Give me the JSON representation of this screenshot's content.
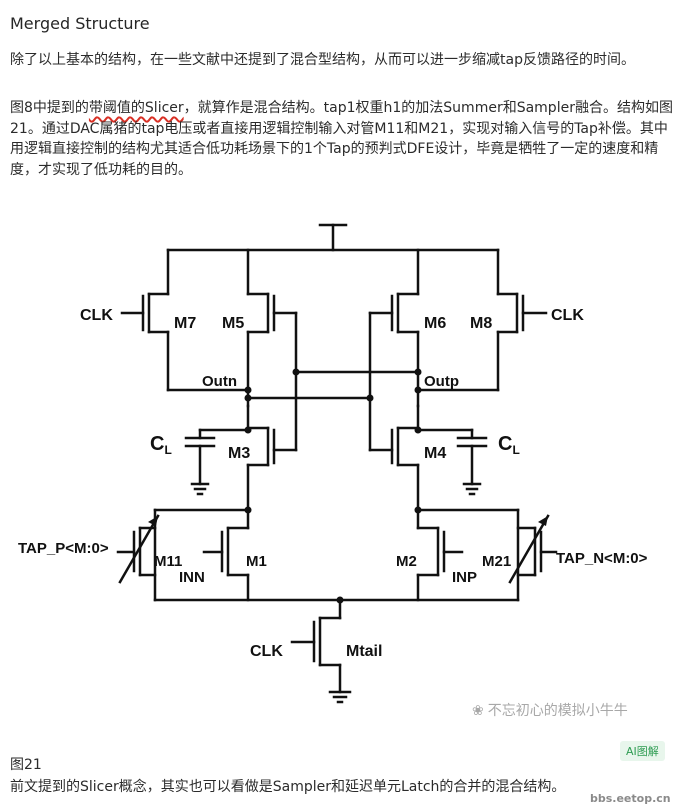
{
  "heading": "Merged Structure",
  "paragraph1": "除了以上基本的结构，在一些文献中还提到了混合型结构，从而可以进一步缩减tap反馈路径的时间。",
  "paragraph2": {
    "prefix": "图8中提到的",
    "highlight": "带阈值的Slicer",
    "suffix": "，就算作是混合结构。tap1权重h1的加法Summer和Sampler融合。结构如图21。通过DAC属猪的tap电压或者直接用逻辑控制输入对管M11和M21，实现对输入信号的Tap补偿。其中用逻辑直接控制的结构尤其适合低功耗场景下的1个Tap的预判式DFE设计，毕竟是牺牲了一定的速度和精度，才实现了低功耗的目的。"
  },
  "circuit": {
    "labels": {
      "clk_left": "CLK",
      "m7": "M7",
      "m5": "M5",
      "m6": "M6",
      "m8": "M8",
      "clk_right": "CLK",
      "outn": "Outn",
      "outp": "Outp",
      "cl_left": "C",
      "cl_right": "C",
      "cl_sub": "L",
      "m3": "M3",
      "m4": "M4",
      "tap_p": "TAP_P<M:0>",
      "m11": "M11",
      "inn": "INN",
      "m1": "M1",
      "m2": "M2",
      "inp": "INP",
      "m21": "M21",
      "tap_n": "TAP_N<M:0>",
      "clk_tail": "CLK",
      "mtail": "Mtail"
    }
  },
  "watermark": "不忘初心的模拟小牛牛",
  "ai_badge": "AI图解",
  "caption": "图21",
  "footer_text": "前文提到的Slicer概念，其实也可以看做是Sampler和延迟单元Latch的合并的混合结构。",
  "source_mark": "bbs.eetop.cn"
}
